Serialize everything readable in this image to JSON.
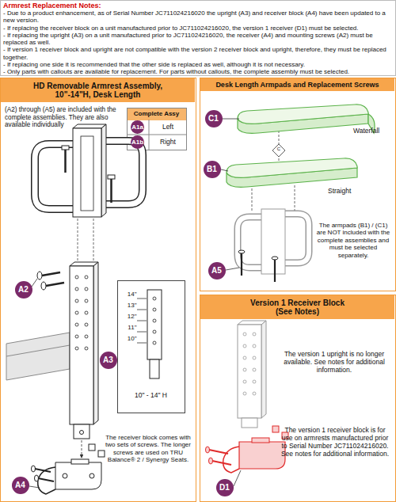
{
  "diagram": {
    "nodes": [
      {
        "text": [
          "Armrest Replacement Notes:",
          "- Due to a product enhancement, as of Serial Number JC711024216020 the upright (A3) and receiver block (A4) have been updated to a new version.",
          "- If replacing the receiver block on a unit manufactured prior to JC711024216020, the version 1 receiver (D1) must be selected.",
          "- If replacing the upright (A3) on a unit manufactured prior to JC711024216020, the receiver (A4) and mounting screws (A2) must be replaced as well.",
          "- If version 1 receiver block and upright are not compatible with the version 2 receiver block and upright, therefore, they must be replaced together.",
          "- If replacing one side it is recommended that the other side is replaced as well, although it is not necessary.",
          "- Only parts with callouts are available for replacement. For parts without callouts, the complete assembly must be selected."
        ]
      },
      {
        "text": [
          "HD Removable Armrest Assembly, 10\"-14\"H, Desk Length"
        ]
      },
      {
        "text": [
          "Complete Assy"
        ],
        "in": 1
      },
      {
        "text": [
          "A1a"
        ],
        "in": 2
      },
      {
        "text": [
          "A1b"
        ],
        "in": 2
      },
      {
        "text": [
          "A2"
        ],
        "in": 1
      },
      {
        "text": [
          "14\"",
          "13\"",
          "12\"",
          "11\"",
          "10\"",
          "10\" - 14\" H"
        ],
        "in": 1
      },
      {
        "text": [
          "A3"
        ],
        "in": 1
      },
      {
        "text": [
          "A4"
        ],
        "in": 1
      },
      {
        "text": [
          "Desk Length Armpads and Replacement Screws"
        ]
      },
      {
        "text": [
          "C1"
        ],
        "in": 9
      },
      {
        "text": [
          "B1"
        ],
        "in": 9
      },
      {
        "text": [
          "A5"
        ],
        "in": 9
      },
      {
        "text": [
          "Version 1 Receiver Block (See Notes)"
        ]
      },
      {
        "text": [
          "D1"
        ],
        "in": 13
      }
    ],
    "labels": [
      "(A2) through (A5) are included with the complete assemblies. They are also available individually",
      "Left",
      "Right",
      "The receiver block comes with two sets of screws. The longer screws are used on TRU Balance® 2 / Synergy Seats.",
      "C",
      "Waterfall",
      "Straight",
      "The armpads (B1) / (C1) are NOT included with the complete assemblies and must be selected separately.",
      "The version 1 upright is no longer available. See notes for additional information.",
      "The version 1 receiver block is for use on armrests manufactured prior to Serial Number JC711024216020. See notes for additional information."
    ]
  }
}
